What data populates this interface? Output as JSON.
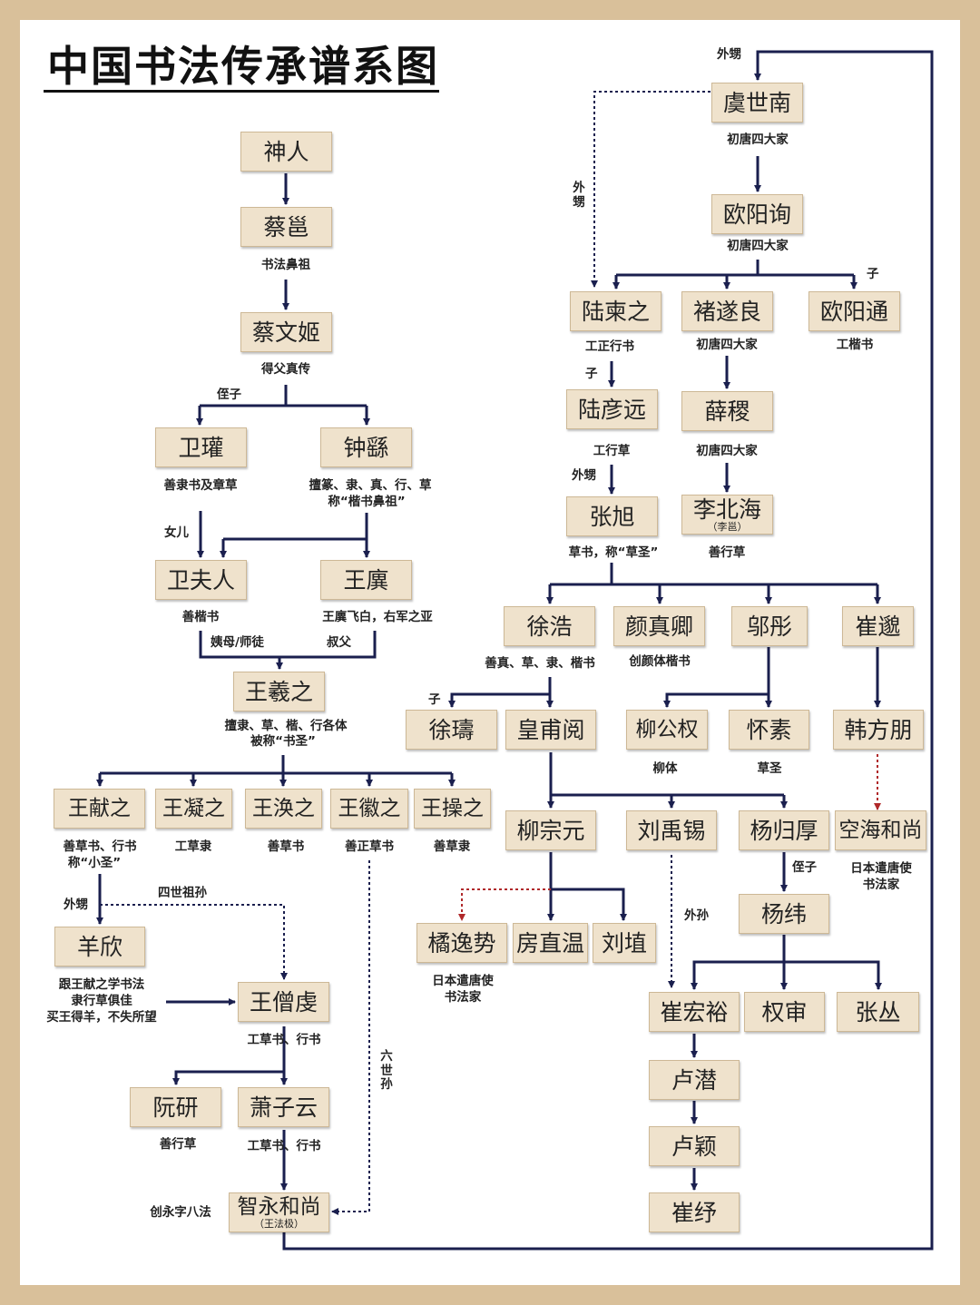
{
  "title": "中国书法传承谱系图",
  "colors": {
    "line": "#1a1f4e",
    "dotted_red": "#b0282a",
    "node_fill": "#efe2cc",
    "border": "#d9c09a"
  },
  "nodes": {
    "shenren": "神人",
    "caiyong": "蔡邕",
    "caiwenji": "蔡文姬",
    "weiguan": "卫瓘",
    "zhongyao": "钟繇",
    "weifuren": "卫夫人",
    "wangyi": "王廙",
    "wangxizhi": "王羲之",
    "wangxianzhi": "王献之",
    "wangningzhi": "王凝之",
    "wanghuanzhi": "王涣之",
    "wanghuizhi": "王徽之",
    "wangcaozhi": "王操之",
    "yangxin": "羊欣",
    "wangsengqian": "王僧虔",
    "ruanyan": "阮研",
    "xiaoziyun": "萧子云",
    "zhiyong": "智永和尚",
    "zhiyong_sub": "（王法极）",
    "yushinan": "虞世南",
    "ouyangxun": "欧阳询",
    "lujianzhi": "陆柬之",
    "chusuiliang": "褚遂良",
    "ouyangtong": "欧阳通",
    "luyanyuan": "陆彦远",
    "xueji": "薛稷",
    "zhangxu": "张旭",
    "libeihai": "李北海",
    "libeihai_sub": "（李邕）",
    "xuhao": "徐浩",
    "yanzhenqing": "颜真卿",
    "wutong": "邬彤",
    "cuimiao": "崔邈",
    "xushu": "徐璹",
    "huangfuyue": "皇甫阅",
    "liugongquan": "柳公权",
    "huaisu": "怀素",
    "hanfangming": "韩方朋",
    "liuzongyuan": "柳宗元",
    "liuyuxi": "刘禹锡",
    "yangguihou": "杨归厚",
    "konghai": "空海和尚",
    "juyishi": "橘逸势",
    "fangzhiwen": "房直温",
    "liuyuan": "刘埴",
    "yangwei": "杨纬",
    "cuihongyu": "崔宏裕",
    "quanshen": "权审",
    "zhangcong": "张丛",
    "luqian": "卢潜",
    "luying": "卢颖",
    "cuishu": "崔纾"
  },
  "captions": {
    "caiyong": "书法鼻祖",
    "caiwenji": "得父真传",
    "weiguan": "善隶书及章草",
    "zhongyao_1": "擅篆、隶、真、行、草",
    "zhongyao_2": "称“楷书鼻祖”",
    "weifuren": "善楷书",
    "wangyi": "王廙飞白，右军之亚",
    "wangxizhi_1": "擅隶、草、楷、行各体",
    "wangxizhi_2": "被称“书圣”",
    "wangxianzhi_1": "善草书、行书",
    "wangxianzhi_2": "称“小圣”",
    "wangningzhi": "工草隶",
    "wanghuanzhi": "善草书",
    "wanghuizhi": "善正草书",
    "wangcaozhi": "善草隶",
    "yangxin_1": "跟王献之学书法",
    "yangxin_2": "隶行草俱佳",
    "yangxin_3": "买王得羊，不失所望",
    "wangsengqian": "工草书、行书",
    "ruanyan": "善行草",
    "xiaoziyun": "工草书、行书",
    "zhiyong": "创永字八法",
    "yushinan": "初唐四大家",
    "ouyangxun": "初唐四大家",
    "lujianzhi": "工正行书",
    "chusuiliang": "初唐四大家",
    "ouyangtong": "工楷书",
    "luyanyuan": "工行草",
    "xueji": "初唐四大家",
    "zhangxu": "草书，称“草圣”",
    "libeihai": "善行草",
    "xuhao": "善真、草、隶、楷书",
    "yanzhenqing": "创颜体楷书",
    "liugongquan": "柳体",
    "huaisu": "草圣",
    "konghai_1": "日本遣唐使",
    "konghai_2": "书法家",
    "juyishi_1": "日本遣唐使",
    "juyishi_2": "书法家"
  },
  "relations": {
    "zhizi": "侄子",
    "nver": "女儿",
    "yimu": "姨母/师徒",
    "shufu": "叔父",
    "waisheng": "外甥",
    "sishi": "四世祖孙",
    "liushisun": "六世孙",
    "zi": "子",
    "waisun": "外孙"
  }
}
